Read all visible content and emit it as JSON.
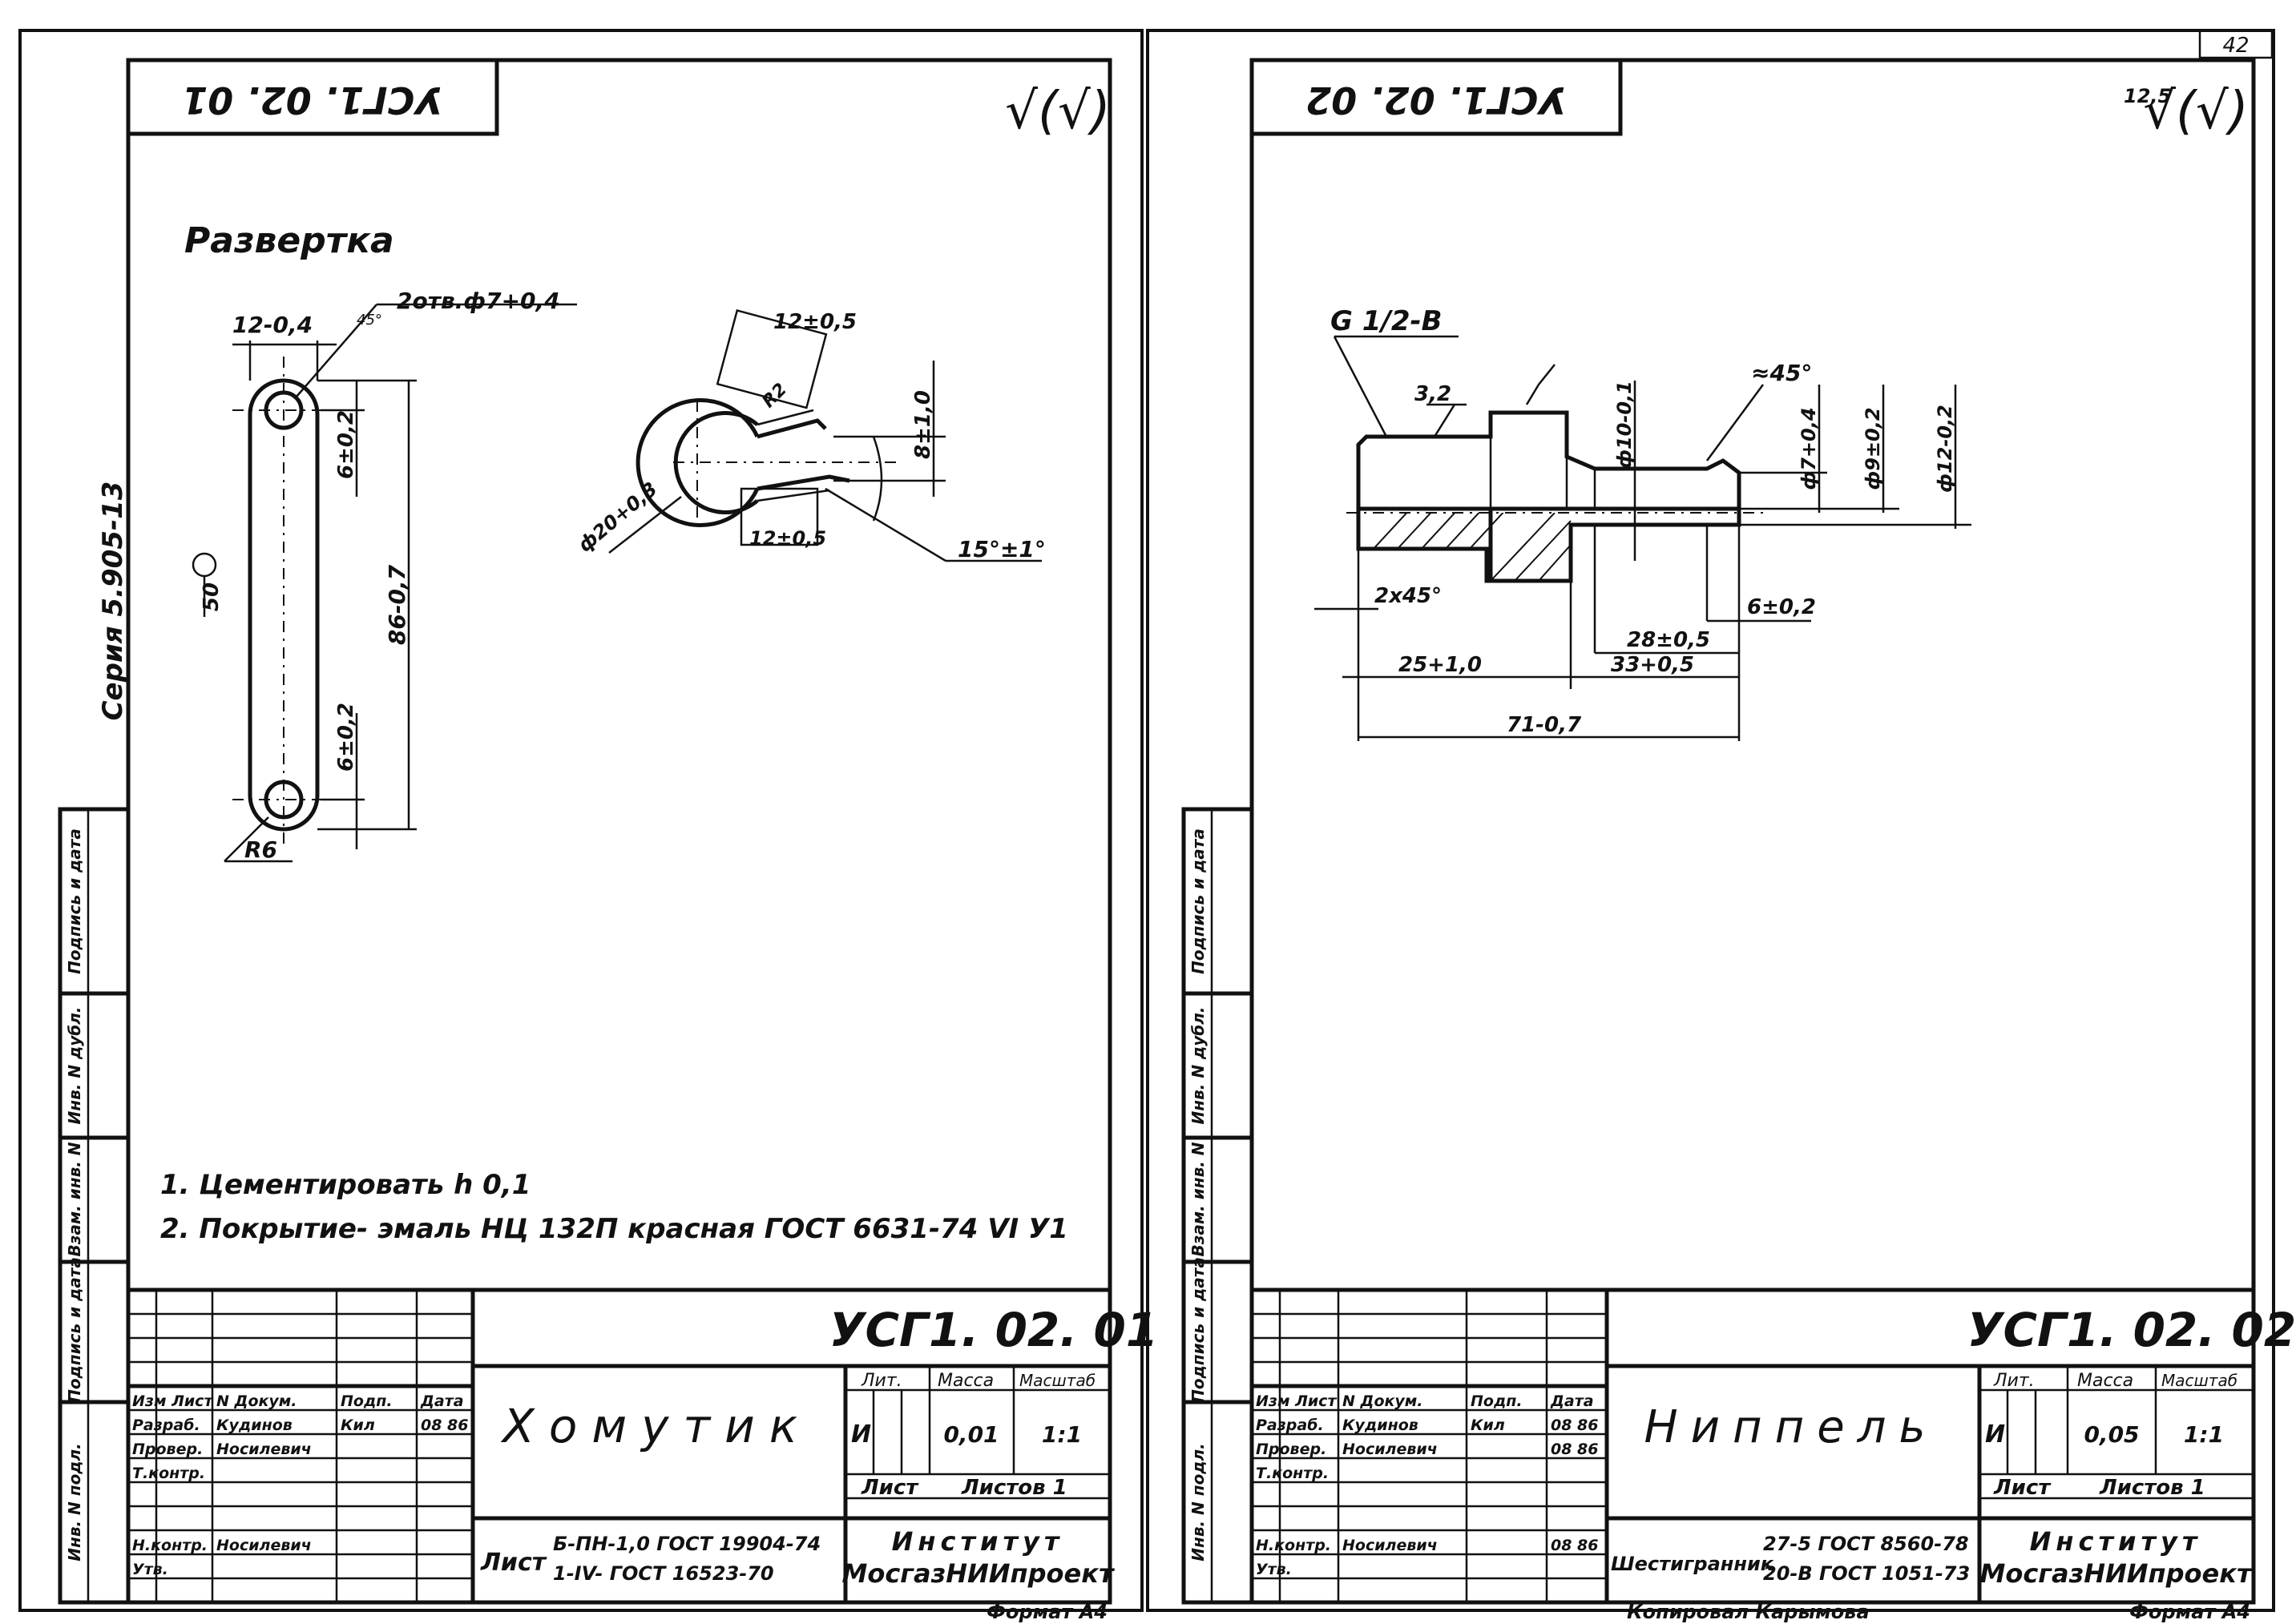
{
  "page_number": "42",
  "series_label": "Серия 5.905-13",
  "left": {
    "stamp_code": "УСГ1. 02. 01",
    "stamp_code_mirrored": "УСГ1. 02. 01",
    "roughness_symbol": "√(√)",
    "view_title": "Развертка",
    "dims": {
      "width": "12-0,4",
      "holes": "2отв.ф7+0,4",
      "small_angle": "45°",
      "hole_offset": "6±0,2",
      "length": "86-0,7",
      "end_offset": "6±0,2",
      "radius": "R6",
      "fold": "50",
      "clamp_dia": "ф20+0,3",
      "tab_top": "12±0,5",
      "tab_bottom": "12±0,5",
      "bend_radius": "R2",
      "gap": "8±1,0",
      "angle": "15°±1°"
    },
    "notes": [
      "1. Цементировать   h 0,1",
      "2. Покрытие- эмаль НЦ 132П красная   ГОСТ 6631-74   VI  У1"
    ],
    "part_name": "Хомутик",
    "title_code": "УСГ1. 02. 01",
    "rows": [
      {
        "role": "Изм Лист",
        "name": "N Докум.",
        "sign": "Подп.",
        "date": "Дата"
      },
      {
        "role": "Разраб.",
        "name": "Кудинов",
        "sign": "Кил",
        "date": "08 86"
      },
      {
        "role": "Провер.",
        "name": "Носилевич",
        "sign": "",
        "date": ""
      },
      {
        "role": "Т.контр.",
        "name": "",
        "sign": "",
        "date": ""
      },
      {
        "role": "Н.контр.",
        "name": "Носилевич",
        "sign": "",
        "date": ""
      },
      {
        "role": "Утв.",
        "name": "",
        "sign": "",
        "date": ""
      }
    ],
    "lit_header": "Лит.",
    "mass_header": "Масса",
    "scale_header": "Масштаб",
    "lit_value": "И",
    "mass_value": "0,01",
    "scale_value": "1:1",
    "sheet_label": "Лист",
    "sheets_label": "Листов 1",
    "material_label": "Лист",
    "material_line1": "Б-ПН-1,0 ГОСТ 19904-74",
    "material_line2": "1-IV- ГОСТ 16523-70",
    "institute_line1": "Институт",
    "institute_line2": "МосгазНИИпроект",
    "format": "Формат А4"
  },
  "right": {
    "stamp_code": "УСГ1. 02. 02",
    "stamp_code_mirrored": "УСГ1. 02. 02",
    "roughness_value": "12,5",
    "roughness_symbol": "√(√)",
    "dims": {
      "thread": "G 1/2-B",
      "roughness_local": "3,2",
      "chamfer_angle": "≈45°",
      "d10": "ф10-0,1",
      "d7": "ф7+0,4",
      "d9": "ф9±0,2",
      "d12": "ф12-0,2",
      "chamfer": "2х45°",
      "l6": "6±0,2",
      "l28": "28±0,5",
      "l25": "25+1,0",
      "l33": "33+0,5",
      "l71": "71-0,7"
    },
    "part_name": "Ниппель",
    "title_code": "УСГ1. 02. 02",
    "rows": [
      {
        "role": "Изм Лист",
        "name": "N Докум.",
        "sign": "Подп.",
        "date": "Дата"
      },
      {
        "role": "Разраб.",
        "name": "Кудинов",
        "sign": "Кил",
        "date": "08 86"
      },
      {
        "role": "Провер.",
        "name": "Носилевич",
        "sign": "",
        "date": "08 86"
      },
      {
        "role": "Т.контр.",
        "name": "",
        "sign": "",
        "date": ""
      },
      {
        "role": "Н.контр.",
        "name": "Носилевич",
        "sign": "",
        "date": "08 86"
      },
      {
        "role": "Утв.",
        "name": "",
        "sign": "",
        "date": ""
      }
    ],
    "lit_header": "Лит.",
    "mass_header": "Масса",
    "scale_header": "Масштаб",
    "lit_value": "И",
    "mass_value": "0,05",
    "scale_value": "1:1",
    "sheet_label": "Лист",
    "sheets_label": "Листов 1",
    "material_label": "Шестигранник",
    "material_line1": "27-5 ГОСТ 8560-78",
    "material_line2": "20-В ГОСТ 1051-73",
    "institute_line1": "Институт",
    "institute_line2": "МосгазНИИпроект",
    "copied_by": "Копировал Карымова",
    "format": "Формат А4"
  },
  "side_columns": [
    "Инв. N подл.",
    "Подпись и дата",
    "Взам. инв. N",
    "Инв. N дубл.",
    "Подпись и дата"
  ]
}
